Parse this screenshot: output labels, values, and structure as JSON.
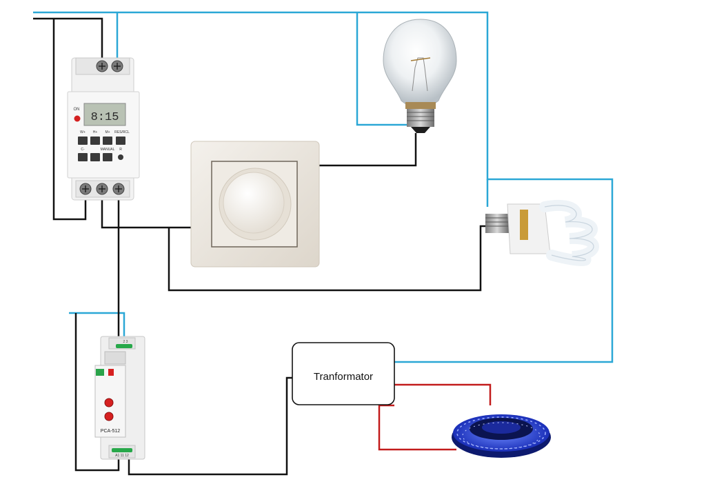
{
  "diagram": {
    "colors": {
      "neutral_wire": "#2aa7d6",
      "live_wire": "#111111",
      "dc_positive": "#c21b1b",
      "dc_negative": "#7a1a1a",
      "led_strip": "#2b4cff",
      "panel": "#e9e4dc"
    },
    "timer": {
      "display": "8:15",
      "on_label": "ON",
      "button_labels": [
        "W+",
        "H+",
        "M+",
        "RES/RCL",
        "C-",
        "MANUAL",
        "R"
      ]
    },
    "relay": {
      "model": "PCA-512",
      "top_terminals": "2 3",
      "bottom_terminals": "A1 11 12"
    },
    "transformer": {
      "label": "Tranformator"
    },
    "icons": [
      "timer-switch-icon",
      "dimmer-switch-icon",
      "incandescent-bulb-icon",
      "cfl-bulb-icon",
      "relay-module-icon",
      "led-strip-icon"
    ]
  }
}
